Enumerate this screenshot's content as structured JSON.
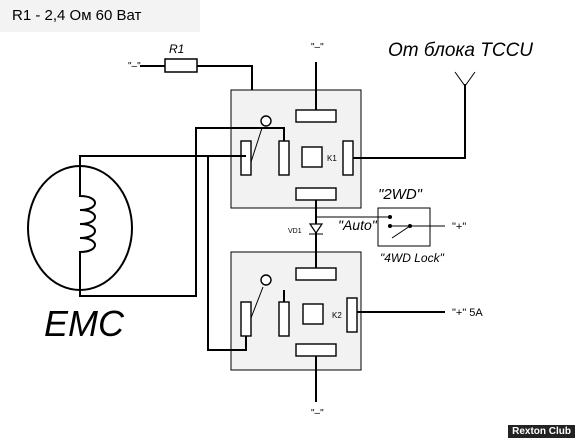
{
  "title": "R1 - 2,4 Ом 60 Ват",
  "labels": {
    "r1": "R1",
    "minus_r1": "\"–\"",
    "minus_top": "\"–\"",
    "minus_bottom": "\"–\"",
    "from_tccu": "От блока TCCU",
    "k1": "K1",
    "k2": "K2",
    "vd1": "VD1",
    "mode_2wd": "\"2WD\"",
    "mode_auto": "\"Auto\"",
    "mode_4wd": "\"4WD Lock\"",
    "plus_switch": "\"+\"",
    "plus_5a": "\"+\" 5A",
    "emc": "EMC"
  },
  "watermark": "Rexton Club"
}
